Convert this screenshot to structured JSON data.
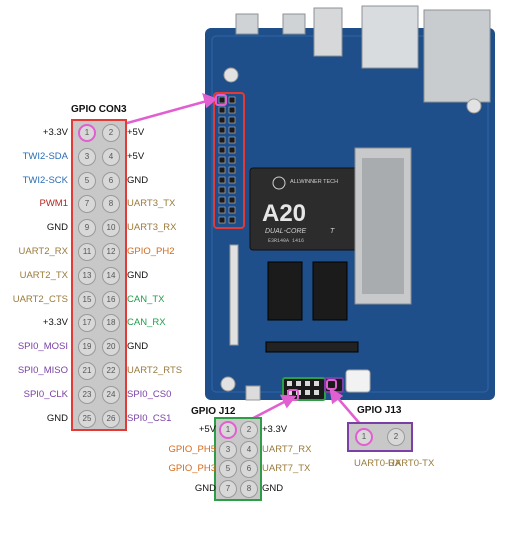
{
  "colors": {
    "board": "#1e4f8a",
    "header_box": "#e53935",
    "j12_box": "#2e9e46",
    "j13_box": "#7b3fa5",
    "arrow": "#e15fd0",
    "power_text": "#111111",
    "twi_text": "#2a6db5",
    "pwm_text": "#b3261e",
    "uart_text": "#9a7b3c",
    "gpio_text": "#d46a1a",
    "can_text": "#1e9e4a",
    "spi_text": "#7a3fa5",
    "gnd_text": "#111111"
  },
  "chip": {
    "brand": "ALLWINNER TECH",
    "model": "A20",
    "subtitle": "DUAL-CORE",
    "mark": "T",
    "code": "E3R140A 1416"
  },
  "con3": {
    "title": "GPIO CON3",
    "pins": [
      {
        "odd": "1",
        "even": "2",
        "left": "+3.3V",
        "left_color": "power_text",
        "right": "+5V",
        "right_color": "power_text"
      },
      {
        "odd": "3",
        "even": "4",
        "left": "TWI2-SDA",
        "left_color": "twi_text",
        "right": "+5V",
        "right_color": "power_text"
      },
      {
        "odd": "5",
        "even": "6",
        "left": "TWI2-SCK",
        "left_color": "twi_text",
        "right": "GND",
        "right_color": "gnd_text"
      },
      {
        "odd": "7",
        "even": "8",
        "left": "PWM1",
        "left_color": "pwm_text",
        "right": "UART3_TX",
        "right_color": "uart_text"
      },
      {
        "odd": "9",
        "even": "10",
        "left": "GND",
        "left_color": "gnd_text",
        "right": "UART3_RX",
        "right_color": "uart_text"
      },
      {
        "odd": "11",
        "even": "12",
        "left": "UART2_RX",
        "left_color": "uart_text",
        "right": "GPIO_PH2",
        "right_color": "gpio_text"
      },
      {
        "odd": "13",
        "even": "14",
        "left": "UART2_TX",
        "left_color": "uart_text",
        "right": "GND",
        "right_color": "gnd_text"
      },
      {
        "odd": "15",
        "even": "16",
        "left": "UART2_CTS",
        "left_color": "uart_text",
        "right": "CAN_TX",
        "right_color": "can_text"
      },
      {
        "odd": "17",
        "even": "18",
        "left": "+3.3V",
        "left_color": "power_text",
        "right": "CAN_RX",
        "right_color": "can_text"
      },
      {
        "odd": "19",
        "even": "20",
        "left": "SPI0_MOSI",
        "left_color": "spi_text",
        "right": "GND",
        "right_color": "gnd_text"
      },
      {
        "odd": "21",
        "even": "22",
        "left": "SPI0_MISO",
        "left_color": "spi_text",
        "right": "UART2_RTS",
        "right_color": "uart_text"
      },
      {
        "odd": "23",
        "even": "24",
        "left": "SPI0_CLK",
        "left_color": "spi_text",
        "right": "SPI0_CS0",
        "right_color": "spi_text"
      },
      {
        "odd": "25",
        "even": "26",
        "left": "GND",
        "left_color": "gnd_text",
        "right": "SPI0_CS1",
        "right_color": "spi_text"
      }
    ]
  },
  "j12": {
    "title": "GPIO J12",
    "pins": [
      {
        "odd": "1",
        "even": "2",
        "left": "+5V",
        "left_color": "power_text",
        "right": "+3.3V",
        "right_color": "power_text"
      },
      {
        "odd": "3",
        "even": "4",
        "left": "GPIO_PH5",
        "left_color": "gpio_text",
        "right": "UART7_RX",
        "right_color": "uart_text"
      },
      {
        "odd": "5",
        "even": "6",
        "left": "GPIO_PH3",
        "left_color": "gpio_text",
        "right": "UART7_TX",
        "right_color": "uart_text"
      },
      {
        "odd": "7",
        "even": "8",
        "left": "GND",
        "left_color": "gnd_text",
        "right": "GND",
        "right_color": "gnd_text"
      }
    ]
  },
  "j13": {
    "title": "GPIO J13",
    "pins": [
      {
        "num": "1",
        "label": "UART0-RX"
      },
      {
        "num": "2",
        "label": "UART0-TX"
      }
    ]
  }
}
